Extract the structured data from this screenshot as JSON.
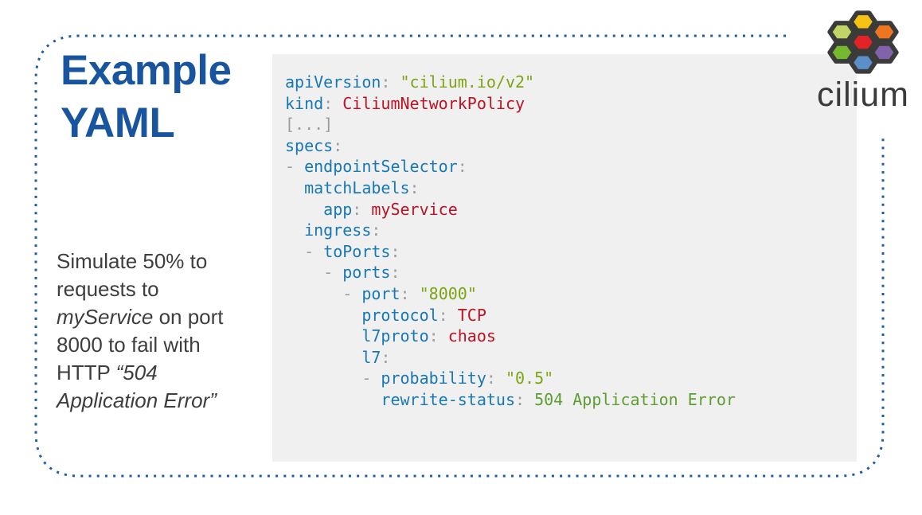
{
  "slide": {
    "title": "Example YAML",
    "description": {
      "part1": "Simulate 50% to requests to ",
      "part2_italic": "myService",
      "part3": " on port 8000 to fail with HTTP ",
      "part4_italic": "“504 Application Error”"
    }
  },
  "logo": {
    "wordmark": "cilium",
    "hex_colors": {
      "top": "#F5C313",
      "top_left": "#C1D566",
      "top_right": "#EE7623",
      "center": "#E32326",
      "bottom_left": "#76B82F",
      "bottom_right": "#8262AA",
      "bottom": "#5A8FC9",
      "outline": "#3B3B3A"
    }
  },
  "theme": {
    "title_color": "#19559F",
    "border_color": "#1D5CA8",
    "code_bg": "#F0F0F0",
    "code_key": "#1878B5",
    "code_punct": "#9C9C9C",
    "code_string": "#7FA312",
    "code_value_red": "#BE1222",
    "code_value_green": "#5C9E31",
    "text_color": "#3E3E3D",
    "wordmark_color": "#3A3A3A"
  },
  "code": {
    "lines": [
      [
        {
          "t": "apiVersion",
          "c": "key"
        },
        {
          "t": ": ",
          "c": "punc"
        },
        {
          "t": "\"cilium.io/v2\"",
          "c": "str"
        }
      ],
      [
        {
          "t": "kind",
          "c": "key"
        },
        {
          "t": ": ",
          "c": "punc"
        },
        {
          "t": "CiliumNetworkPolicy",
          "c": "red"
        }
      ],
      [
        {
          "t": "[...]",
          "c": "punc"
        }
      ],
      [
        {
          "t": "specs",
          "c": "key"
        },
        {
          "t": ":",
          "c": "punc"
        }
      ],
      [
        {
          "t": "- ",
          "c": "punc"
        },
        {
          "t": "endpointSelector",
          "c": "key"
        },
        {
          "t": ":",
          "c": "punc"
        }
      ],
      [
        {
          "t": "  ",
          "c": "sp"
        },
        {
          "t": "matchLabels",
          "c": "key"
        },
        {
          "t": ":",
          "c": "punc"
        }
      ],
      [
        {
          "t": "    ",
          "c": "sp"
        },
        {
          "t": "app",
          "c": "key"
        },
        {
          "t": ": ",
          "c": "punc"
        },
        {
          "t": "myService",
          "c": "red"
        }
      ],
      [
        {
          "t": "  ",
          "c": "sp"
        },
        {
          "t": "ingress",
          "c": "key"
        },
        {
          "t": ":",
          "c": "punc"
        }
      ],
      [
        {
          "t": "  ",
          "c": "sp"
        },
        {
          "t": "- ",
          "c": "punc"
        },
        {
          "t": "toPorts",
          "c": "key"
        },
        {
          "t": ":",
          "c": "punc"
        }
      ],
      [
        {
          "t": "    ",
          "c": "sp"
        },
        {
          "t": "- ",
          "c": "punc"
        },
        {
          "t": "ports",
          "c": "key"
        },
        {
          "t": ":",
          "c": "punc"
        }
      ],
      [
        {
          "t": "      ",
          "c": "sp"
        },
        {
          "t": "- ",
          "c": "punc"
        },
        {
          "t": "port",
          "c": "key"
        },
        {
          "t": ": ",
          "c": "punc"
        },
        {
          "t": "\"8000\"",
          "c": "str"
        }
      ],
      [
        {
          "t": "        ",
          "c": "sp"
        },
        {
          "t": "protocol",
          "c": "key"
        },
        {
          "t": ": ",
          "c": "punc"
        },
        {
          "t": "TCP",
          "c": "red"
        }
      ],
      [
        {
          "t": "        ",
          "c": "sp"
        },
        {
          "t": "l7proto",
          "c": "key"
        },
        {
          "t": ": ",
          "c": "punc"
        },
        {
          "t": "chaos",
          "c": "red"
        }
      ],
      [
        {
          "t": "        ",
          "c": "sp"
        },
        {
          "t": "l7",
          "c": "key"
        },
        {
          "t": ":",
          "c": "punc"
        }
      ],
      [
        {
          "t": "        ",
          "c": "sp"
        },
        {
          "t": "- ",
          "c": "punc"
        },
        {
          "t": "probability",
          "c": "key"
        },
        {
          "t": ": ",
          "c": "punc"
        },
        {
          "t": "\"0.5\"",
          "c": "str"
        }
      ],
      [
        {
          "t": "          ",
          "c": "sp"
        },
        {
          "t": "rewrite-status",
          "c": "key"
        },
        {
          "t": ": ",
          "c": "punc"
        },
        {
          "t": "504 Application Error",
          "c": "grn"
        }
      ]
    ]
  }
}
